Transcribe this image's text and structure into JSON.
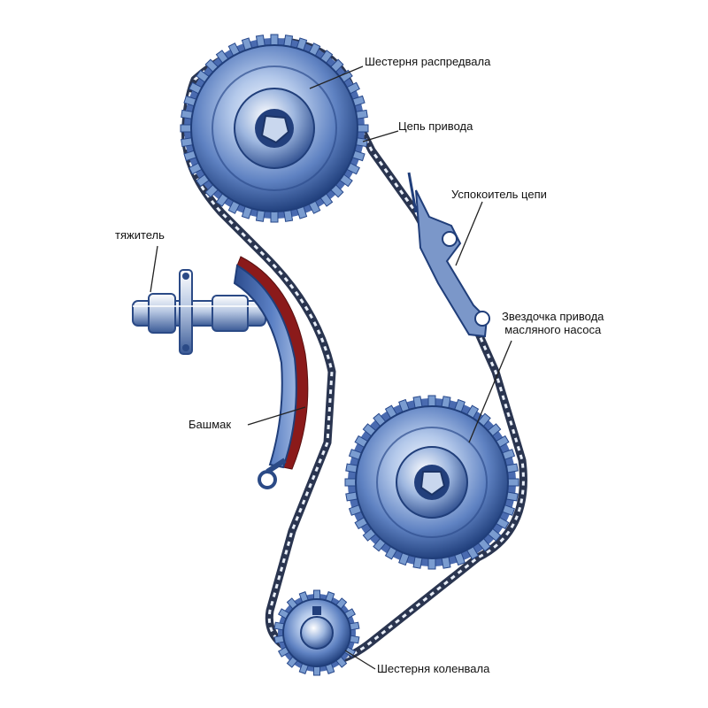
{
  "labels": {
    "camshaft_gear": "Шестерня  распредвала",
    "drive_chain": "Цепь привода",
    "chain_damper": "Успокоитель цепи",
    "oil_pump_sprocket_line1": "Звездочка привода",
    "oil_pump_sprocket_line2": "масляного насоса",
    "tensioner": "тяжитель",
    "shoe": "Башмак",
    "crankshaft_gear": "Шестерня коленвала"
  },
  "colors": {
    "gear_light": "#dfe9f7",
    "gear_mid": "#7a9cd0",
    "gear_dark": "#27478a",
    "chain": "#2a3550",
    "shoe_red": "#8b1a1a",
    "shoe_blue": "#3d62a8"
  }
}
